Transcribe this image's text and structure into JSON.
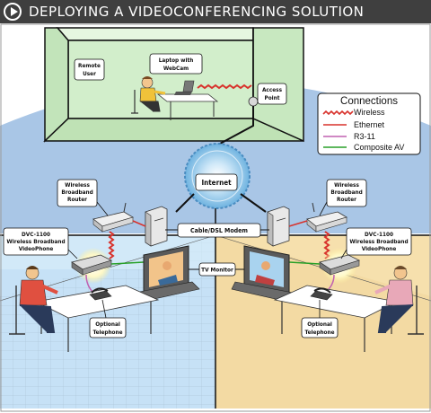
{
  "title": "DEPLOYING A VIDEOCONFERENCING SOLUTION",
  "labels": {
    "remote_user": [
      "Remote",
      "User"
    ],
    "laptop": [
      "Laptop with",
      "WebCam"
    ],
    "access_point": [
      "Access",
      "Point"
    ],
    "internet": "Internet",
    "router_left": [
      "Wireless",
      "Broadband",
      "Router"
    ],
    "router_right": [
      "Wireless",
      "Broadband",
      "Router"
    ],
    "modem": "Cable/DSL Modem",
    "phone_left": [
      "DVC-1100",
      "Wireless Broadband",
      "VideoPhone"
    ],
    "phone_right": [
      "DVC-1100",
      "Wireless Broadband",
      "VideoPhone"
    ],
    "tv": "TV Monitor",
    "tel_left": [
      "Optional",
      "Telephone"
    ],
    "tel_right": [
      "Optional",
      "Telephone"
    ]
  },
  "legend": {
    "title": "Connections",
    "items": [
      {
        "label": "Wireless",
        "color": "#d8322c"
      },
      {
        "label": "Ethernet",
        "color": "#d8322c"
      },
      {
        "label": "R3-11",
        "color": "#c060b0"
      },
      {
        "label": "Composite AV",
        "color": "#28a028"
      }
    ]
  },
  "colors": {
    "header": "#3f3f3f",
    "remote_room": "#d2eecb",
    "left_room": "#c6e1f6",
    "right_room": "#f6e0ad",
    "globe": "#7fbde5",
    "ethernet": "#d8322c",
    "rj11": "#c060b0",
    "composite": "#28a028"
  }
}
